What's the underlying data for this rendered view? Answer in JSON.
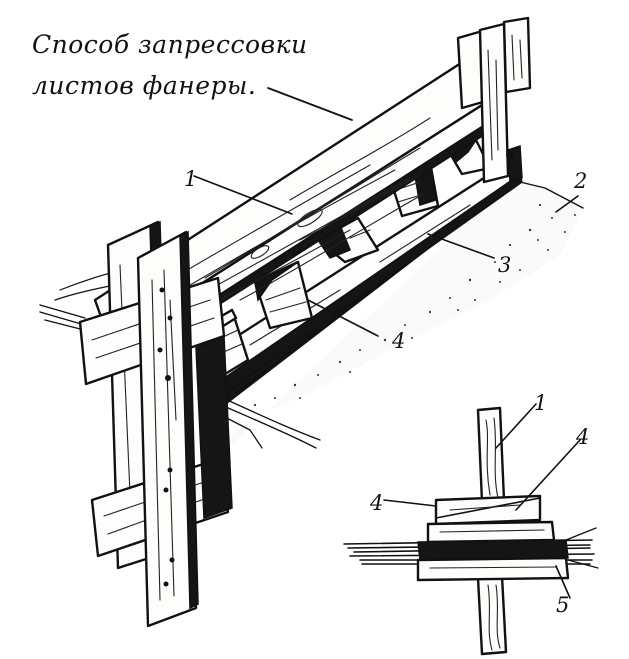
{
  "caption": {
    "line1": "Способ запрессовки",
    "line2": "листов фанеры."
  },
  "labels": {
    "main": [
      "1",
      "2",
      "3",
      "4"
    ],
    "detail": [
      "1",
      "4",
      "4",
      "5"
    ]
  }
}
